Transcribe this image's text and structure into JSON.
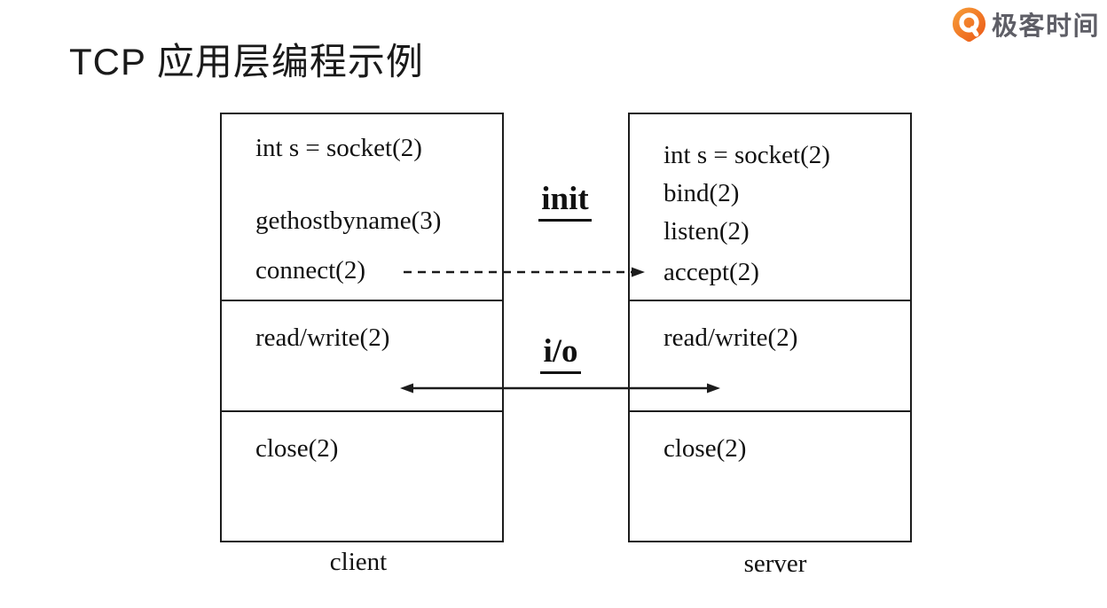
{
  "colors": {
    "background": "#ffffff",
    "diagram_ink": "#1c1c1c",
    "title_text": "#1a1a1a",
    "logo_orange_light": "#f7a03a",
    "logo_orange_dark": "#eb5616",
    "logo_text_gray": "#5e5e66"
  },
  "header": {
    "title": "TCP 应用层编程示例"
  },
  "logo": {
    "text": "极客时间",
    "icon": "geektime-pin-icon"
  },
  "diagram": {
    "client": {
      "caption": "client",
      "init_lines": [
        "int s = socket(2)",
        "gethostbyname(3)",
        "connect(2)"
      ],
      "io_line": "read/write(2)",
      "close_line": "close(2)"
    },
    "server": {
      "caption": "server",
      "init_lines": [
        "int s = socket(2)",
        "bind(2)",
        "listen(2)",
        "accept(2)"
      ],
      "io_line": "read/write(2)",
      "close_line": "close(2)"
    },
    "labels": {
      "init": "init",
      "io": "i/o"
    }
  }
}
